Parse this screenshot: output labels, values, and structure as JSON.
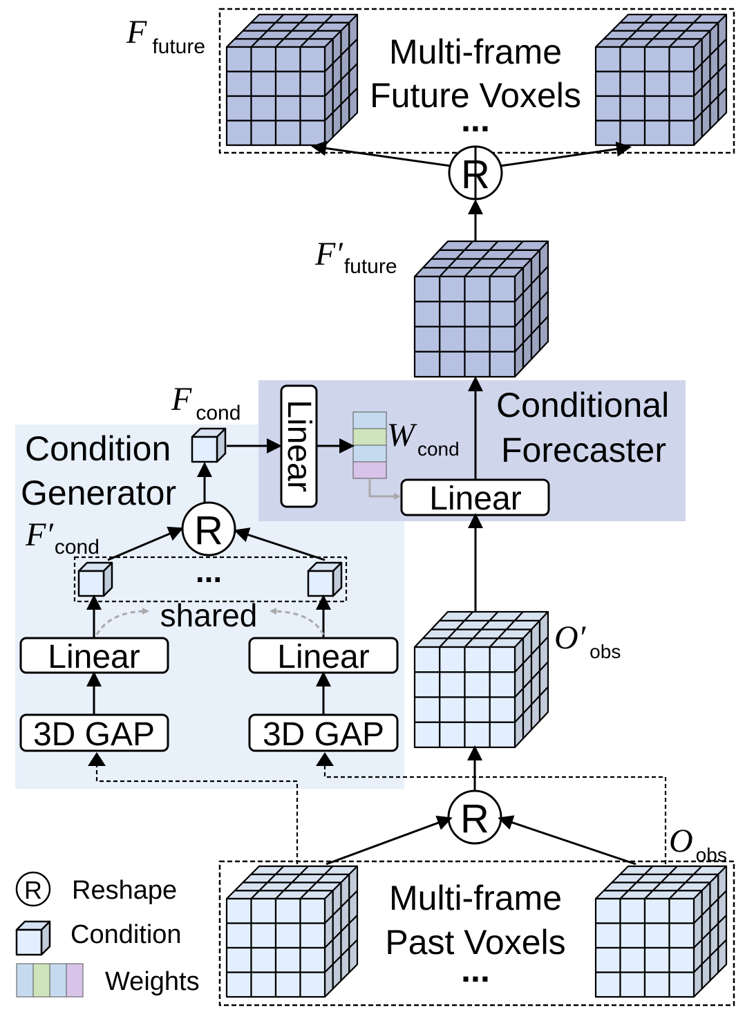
{
  "future_box": {
    "line1": "Multi-frame",
    "line2": "Future Voxels",
    "dots": "..."
  },
  "past_box": {
    "line1": "Multi-frame",
    "line2": "Past Voxels",
    "dots": "..."
  },
  "reshape_symbol": "R",
  "math": {
    "f_future": {
      "base": "F",
      "sub": "future"
    },
    "f_future_prime": {
      "base": "F′",
      "sub": "future"
    },
    "f_cond": {
      "base": "F",
      "sub": "cond"
    },
    "f_cond_prime": {
      "base": "F′",
      "sub": "cond"
    },
    "w_cond": {
      "base": "W",
      "sub": "cond"
    },
    "o_obs_prime": {
      "base": "O′",
      "sub": "obs"
    },
    "o_obs": {
      "base": "O",
      "sub": "obs"
    }
  },
  "condition_generator": {
    "title_line1": "Condition",
    "title_line2": "Generator",
    "linear_left": "Linear",
    "linear_right": "Linear",
    "gap_left": "3D GAP",
    "gap_right": "3D GAP",
    "shared": "shared",
    "dots": "..."
  },
  "conditional_forecaster": {
    "title_line1": "Conditional",
    "title_line2": "Forecaster",
    "linear_vertical": "Linear",
    "linear_main": "Linear"
  },
  "legend": {
    "reshape": "Reshape",
    "condition": "Condition",
    "weights": "Weights"
  },
  "colors": {
    "cube_dark": "#b7c1e2",
    "cube_light": "#e3efff",
    "panel_generator": "#e8f0fa",
    "panel_forecaster": "#cfd6ec",
    "weight_blue": "#c5daee",
    "weight_green": "#cfe3bc",
    "weight_purple": "#d8c4e8"
  }
}
